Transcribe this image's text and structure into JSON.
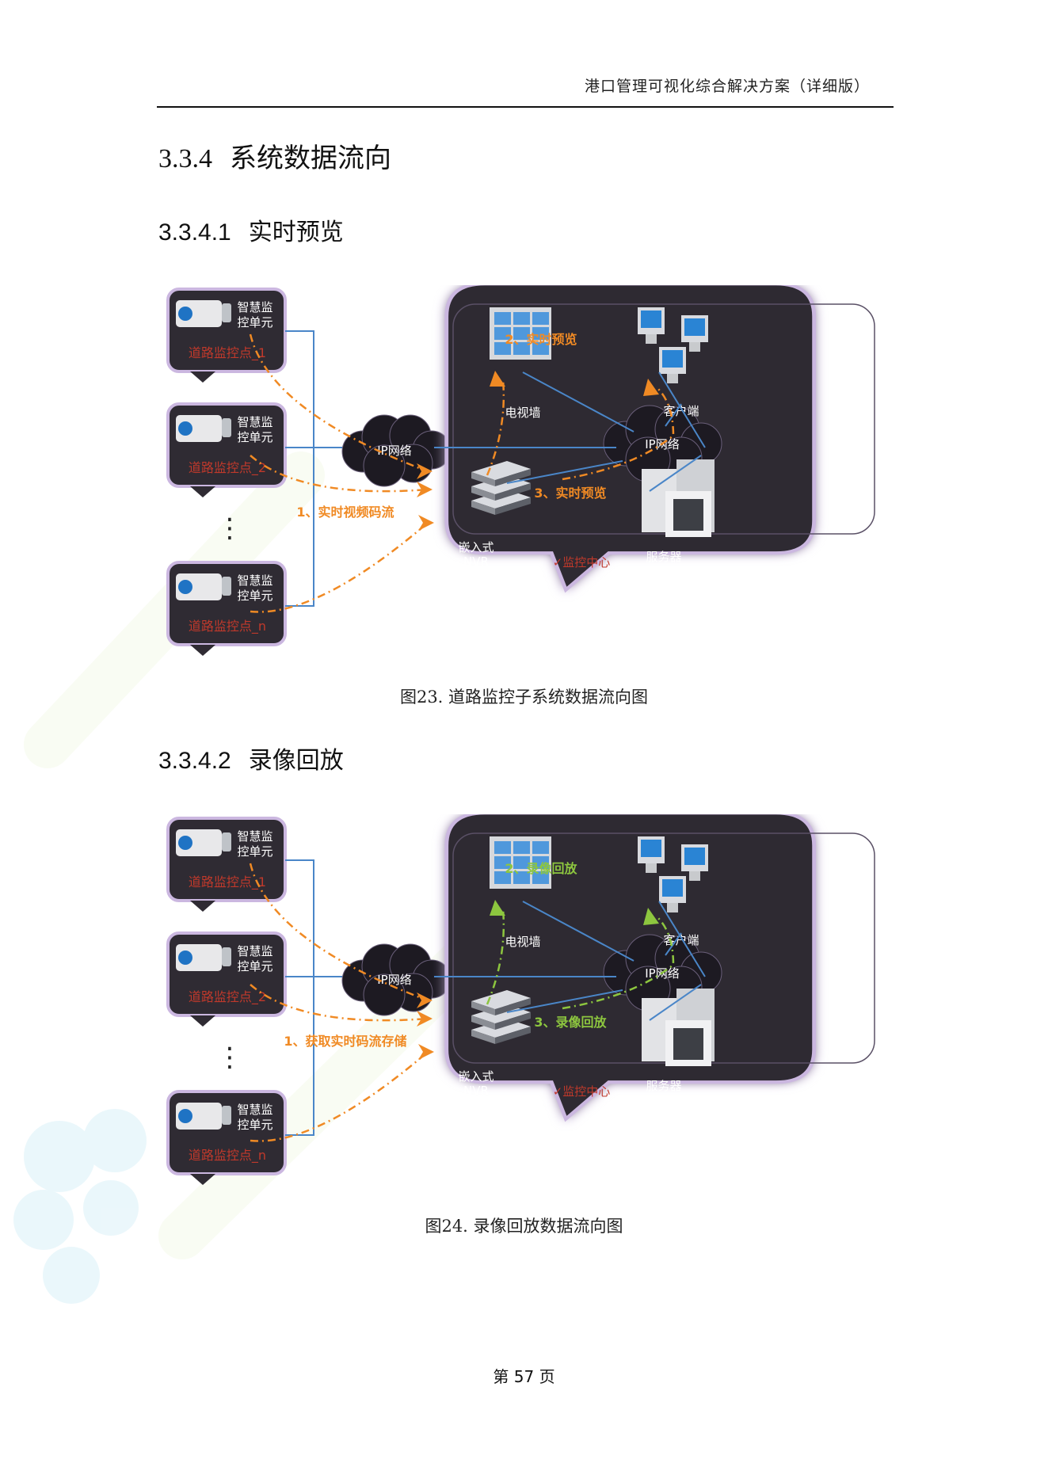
{
  "header": {
    "title": "港口管理可视化综合解决方案（详细版）"
  },
  "section": {
    "number": "3.3.4",
    "title": "系统数据流向"
  },
  "subsections": [
    {
      "number": "3.3.4.1",
      "title": "实时预览"
    },
    {
      "number": "3.3.4.2",
      "title": "录像回放"
    }
  ],
  "diagrams": [
    {
      "caption": "图23.  道路监控子系统数据流向图",
      "camera_unit_label": [
        "智慧监",
        "控单元"
      ],
      "cameras": [
        "道路监控点_1",
        "道路监控点_2",
        "道路监控点_n"
      ],
      "ellipsis": "⋮",
      "network_left": "IP网络",
      "network_center": "IP网络",
      "tv_wall": "电视墙",
      "client": "客户端",
      "server": "服务器",
      "nvr": [
        "嵌入式",
        "NVR"
      ],
      "center_label": "✓监控中心",
      "step1": "1、实时视频码流",
      "step2": "2、实时预览",
      "step3": "3、实时预览",
      "flow_color": "#f08a24",
      "return_color": "#f08a24"
    },
    {
      "caption": "图24.  录像回放数据流向图",
      "camera_unit_label": [
        "智慧监",
        "控单元"
      ],
      "cameras": [
        "道路监控点_1",
        "道路监控点_2",
        "道路监控点_n"
      ],
      "ellipsis": "⋮",
      "network_left": "IP网络",
      "network_center": "IP网络",
      "tv_wall": "电视墙",
      "client": "客户端",
      "server": "服务器",
      "nvr": [
        "嵌入式",
        "NVR"
      ],
      "center_label": "✓监控中心",
      "step1": "1、获取实时码流存储",
      "step2": "2、录像回放",
      "step3": "3、录像回放",
      "flow_color": "#f08a24",
      "return_color": "#8dc63f"
    }
  ],
  "footer": {
    "page": "第 57 页"
  },
  "colors": {
    "panel": "#2f2b33",
    "camera_label": "#c0392b",
    "link_line": "#4a86c8"
  }
}
